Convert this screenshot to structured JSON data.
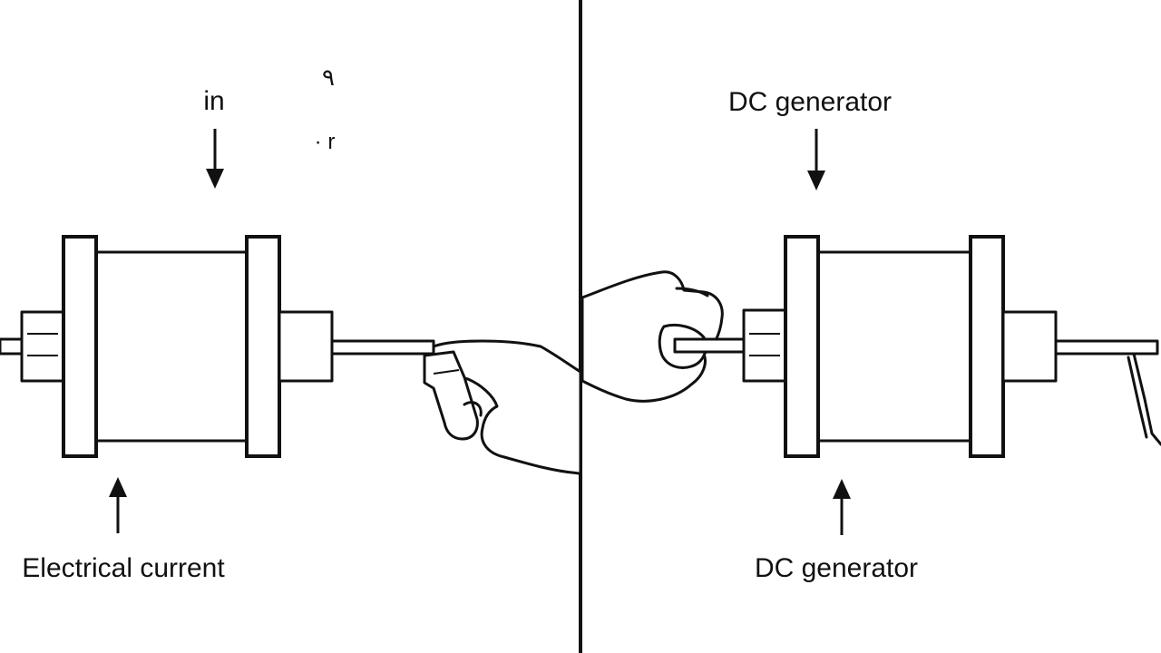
{
  "left_panel": {
    "top_label": "in",
    "scribble_1": "٩",
    "scribble_2": "· r",
    "bottom_label": "Electrical current"
  },
  "right_panel": {
    "top_label": "DC generator",
    "bottom_label": "DC generator"
  },
  "colors": {
    "ink": "#111111",
    "background": "#ffffff"
  }
}
